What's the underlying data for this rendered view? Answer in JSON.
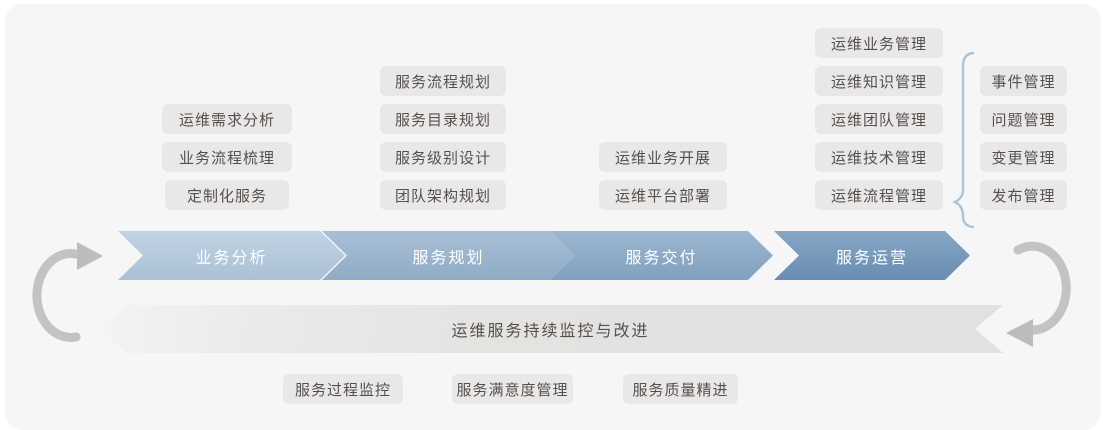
{
  "stages": [
    {
      "label": "业务分析",
      "color": "#b4cbdf"
    },
    {
      "label": "服务规划",
      "color": "#97b4cf"
    },
    {
      "label": "服务交付",
      "color": "#88a9c8"
    },
    {
      "label": "服务运营",
      "color": "#6f95ba"
    }
  ],
  "stage_items": {
    "analysis": [
      "运维需求分析",
      "业务流程梳理",
      "定制化服务"
    ],
    "planning": [
      "服务流程规划",
      "服务目录规划",
      "服务级别设计",
      "团队架构规划"
    ],
    "delivery": [
      "运维业务开展",
      "运维平台部署"
    ],
    "operation": [
      "运维业务管理",
      "运维知识管理",
      "运维团队管理",
      "运维技术管理",
      "运维流程管理"
    ],
    "processes": [
      "事件管理",
      "问题管理",
      "变更管理",
      "发布管理"
    ]
  },
  "monitor_band": {
    "label": "运维服务持续监控与改进",
    "color": "#e2e2e1"
  },
  "bottom_items": [
    "服务过程监控",
    "服务满意度管理",
    "服务质量精进"
  ],
  "icons": {
    "left_cycle": "cycle-arrow",
    "right_cycle": "cycle-arrow",
    "bracket": "curly-brace"
  },
  "colors": {
    "canvas_bg": "#f6f6f6",
    "box_bg": "#e9e8e8",
    "box_text": "#57504a",
    "chevron_text": "#ffffff",
    "cycle_arrow": "#c3c3c3",
    "bracket": "#a9c4dd"
  }
}
